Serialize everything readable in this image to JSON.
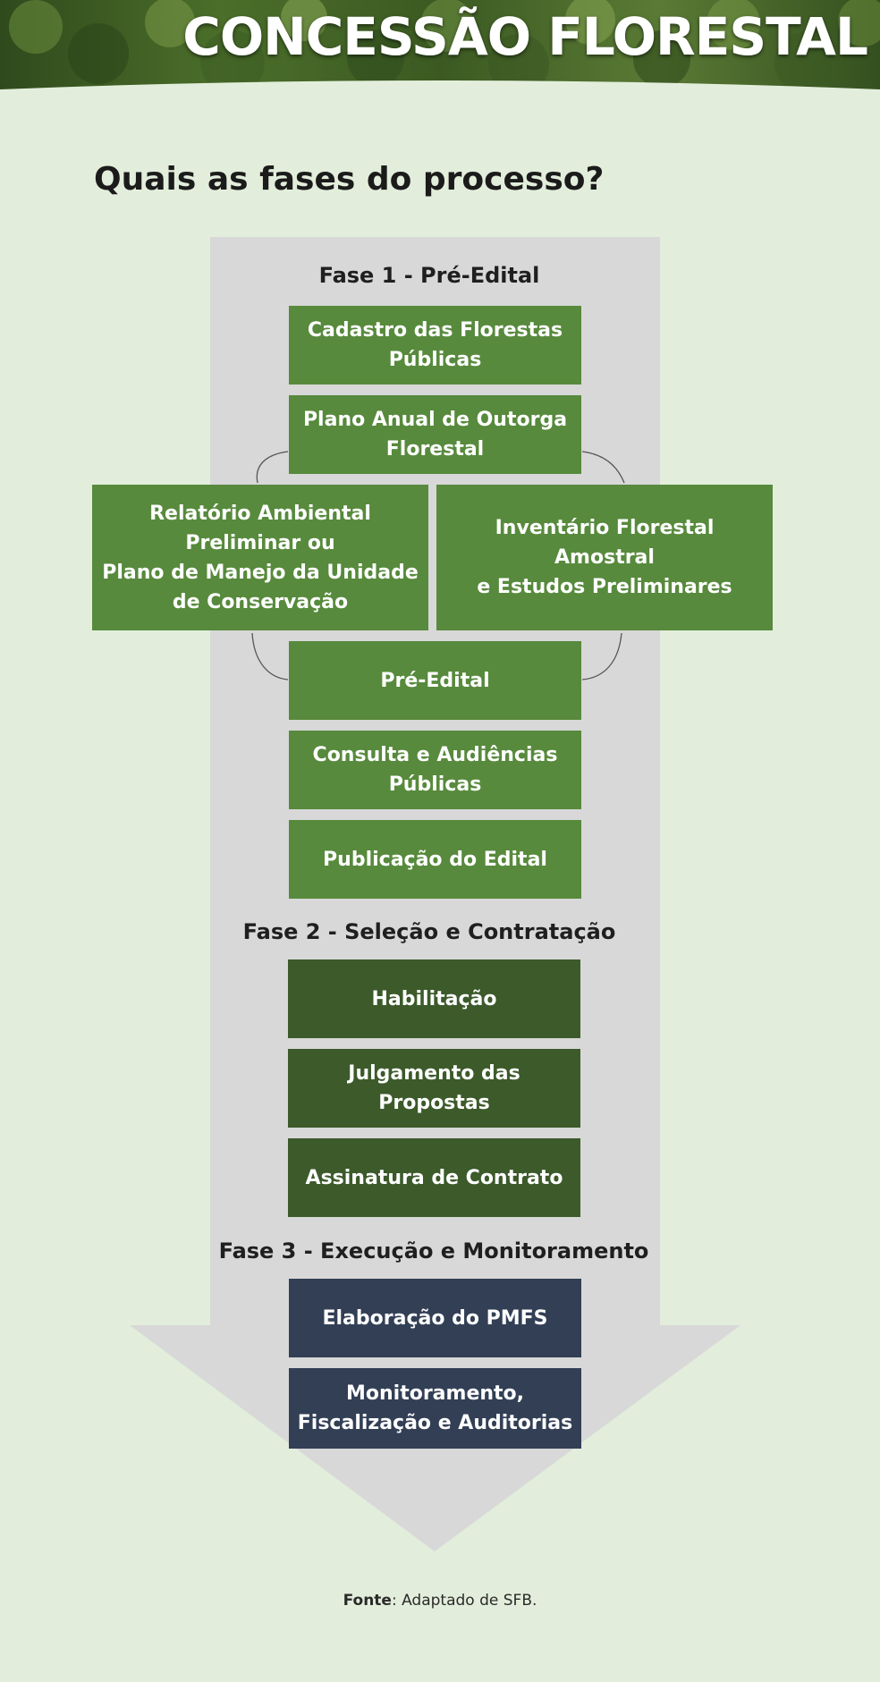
{
  "banner": {
    "title": "CONCESSÃO FLORESTAL"
  },
  "question": "Quais as fases do processo?",
  "phases": [
    {
      "label": "Fase 1 - Pré-Edital",
      "steps": [
        "Cadastro das Florestas\nPúblicas",
        "Plano Anual de Outorga\nFlorestal",
        "Relatório Ambiental\nPreliminar ou\nPlano de Manejo da Unidade\nde Conservação",
        "Inventário Florestal Amostral\ne Estudos Preliminares",
        "Pré-Edital",
        "Consulta e Audiências\nPúblicas",
        "Publicação do Edital"
      ]
    },
    {
      "label": "Fase 2 - Seleção e Contratação",
      "steps": [
        "Habilitação",
        "Julgamento das\nPropostas",
        "Assinatura de Contrato"
      ]
    },
    {
      "label": "Fase 3 - Execução e Monitoramento",
      "steps": [
        "Elaboração do PMFS",
        "Monitoramento,\nFiscalização e Auditorias"
      ]
    }
  ],
  "source": {
    "label": "Fonte",
    "text": ": Adaptado de SFB."
  },
  "colors": {
    "background": "#e2eedb",
    "arrow": "#d8d8d8",
    "phase1": "#578a3c",
    "phase2": "#3c5a2a",
    "phase3": "#323f55"
  }
}
